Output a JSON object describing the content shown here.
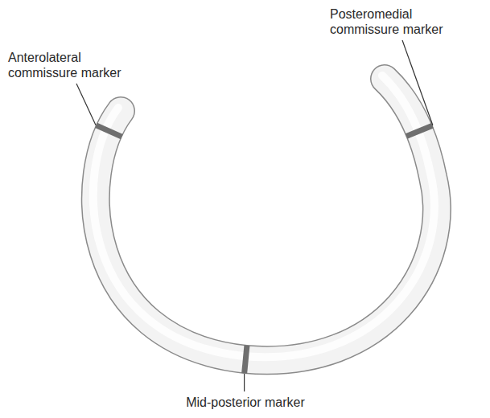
{
  "diagram": {
    "labels": [
      "Anterolateral commissure marker",
      "Posteromedial commissure marker",
      "Mid-posterior marker"
    ]
  }
}
